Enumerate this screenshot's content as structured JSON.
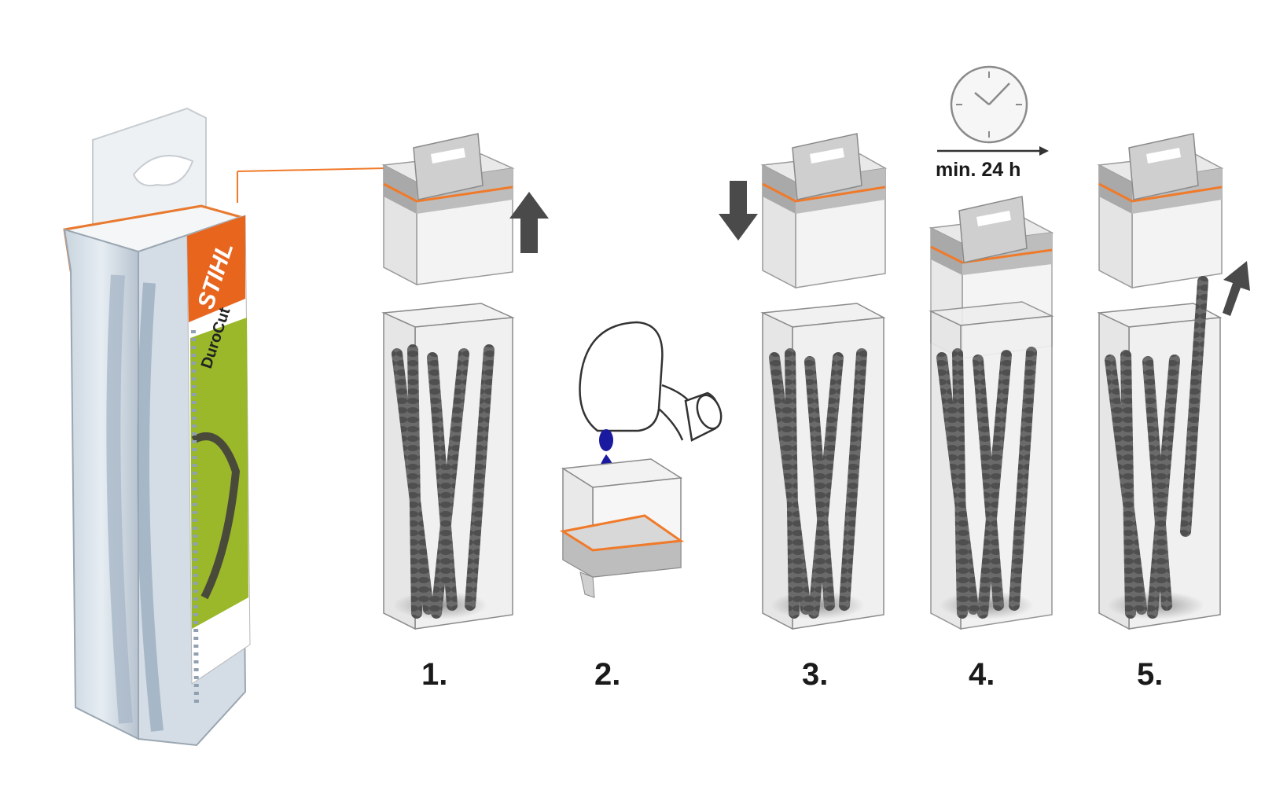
{
  "product": {
    "brand": "STIHL",
    "name": "DuroCut"
  },
  "timer": {
    "label": "min. 24 h"
  },
  "steps": [
    {
      "label": "1."
    },
    {
      "label": "2."
    },
    {
      "label": "3."
    },
    {
      "label": "4."
    },
    {
      "label": "5."
    }
  ],
  "colors": {
    "accent": "#f07a2a",
    "arrow": "#4a4a4a",
    "line": "#5a5a5a",
    "drop": "#1a1aa0",
    "package_orange": "#e8651e",
    "package_green": "#9ab82a"
  }
}
